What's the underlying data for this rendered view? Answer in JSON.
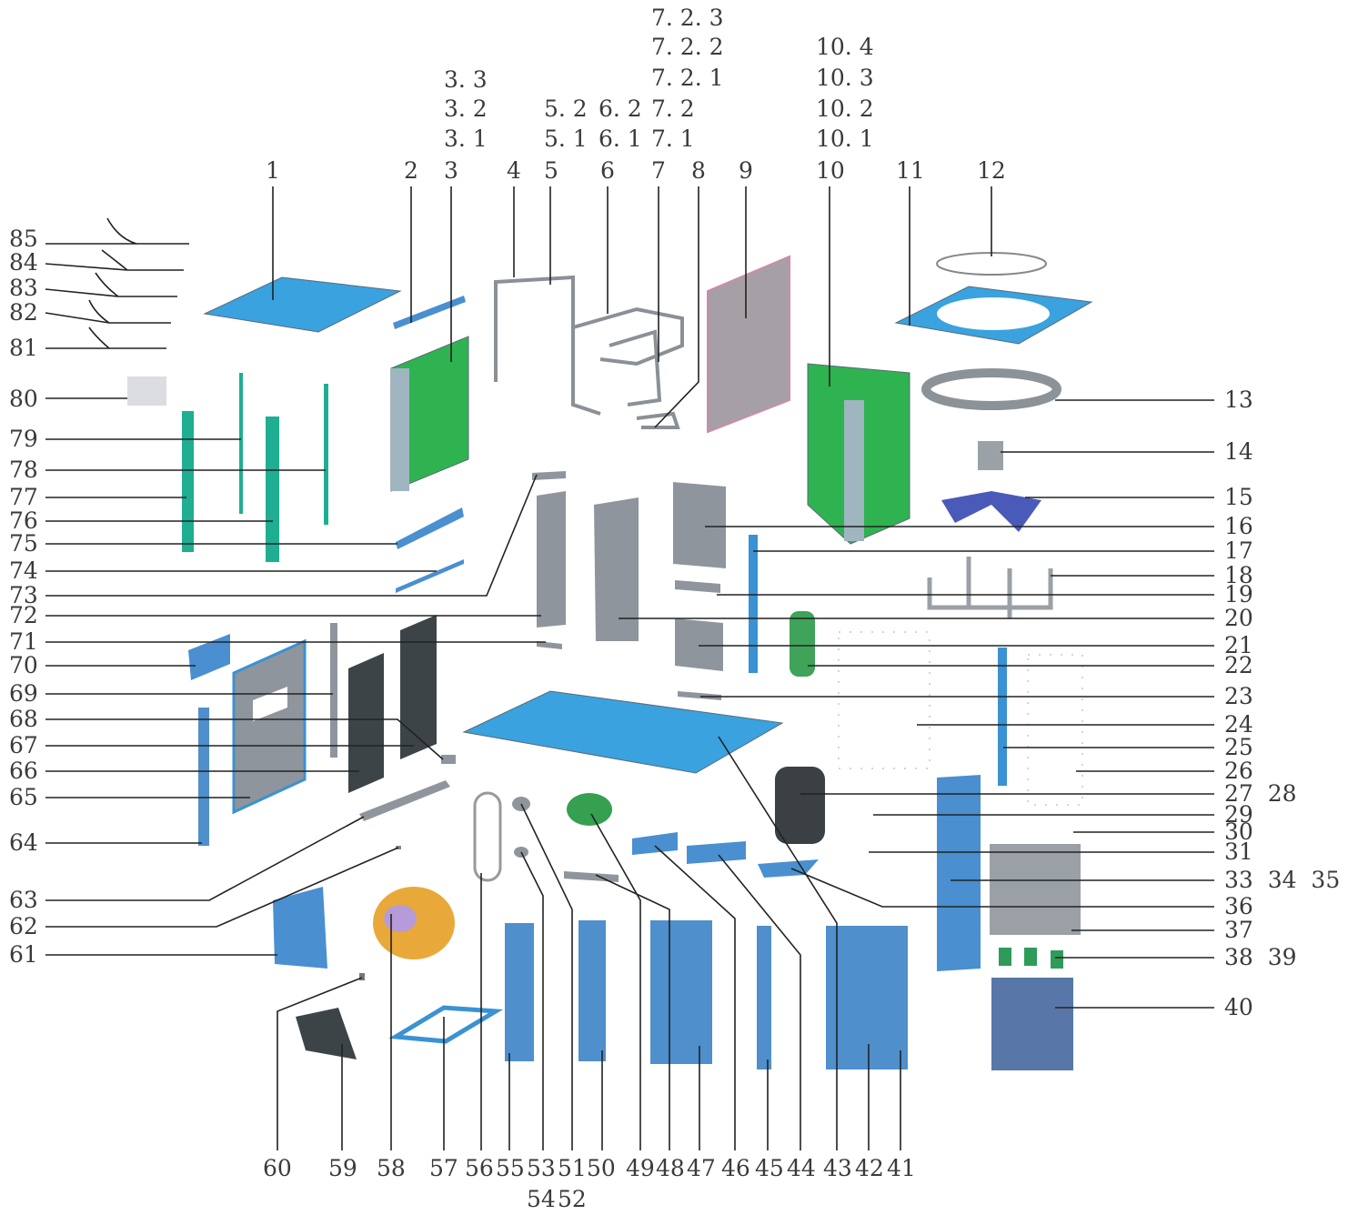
{
  "callouts": {
    "top": [
      "1",
      "2",
      "3",
      "4",
      "5",
      "6",
      "7",
      "8",
      "9",
      "10",
      "11",
      "12"
    ],
    "stack3": [
      "3. 3",
      "3. 2",
      "3. 1"
    ],
    "stack5": [
      "5. 2",
      "5. 1"
    ],
    "stack6": [
      "6. 2",
      "6. 1"
    ],
    "stack7": [
      "7. 2. 3",
      "7. 2. 2",
      "7. 2. 1",
      "7. 2",
      "7. 1"
    ],
    "stack10": [
      "10. 4",
      "10. 3",
      "10. 2",
      "10. 1"
    ],
    "right": [
      "13",
      "14",
      "15",
      "16",
      "17",
      "18",
      "19",
      "20",
      "21",
      "22",
      "23",
      "24",
      "25",
      "26",
      "27  28",
      "29",
      "30",
      "31",
      "33  34  35",
      "36",
      "37",
      "38  39",
      "40"
    ],
    "left": [
      "85",
      "84",
      "83",
      "82",
      "81",
      "80",
      "79",
      "78",
      "77",
      "76",
      "75",
      "74",
      "73",
      "72",
      "71",
      "70",
      "69",
      "68",
      "67",
      "66",
      "65",
      "64",
      "63",
      "62",
      "61"
    ],
    "bottom": [
      "60",
      "59",
      "58",
      "57",
      "56",
      "55",
      "53",
      "51",
      "50",
      "49",
      "48",
      "47",
      "46",
      "45",
      "44",
      "43",
      "42",
      "41"
    ],
    "bottom2": [
      "54",
      "52"
    ]
  }
}
